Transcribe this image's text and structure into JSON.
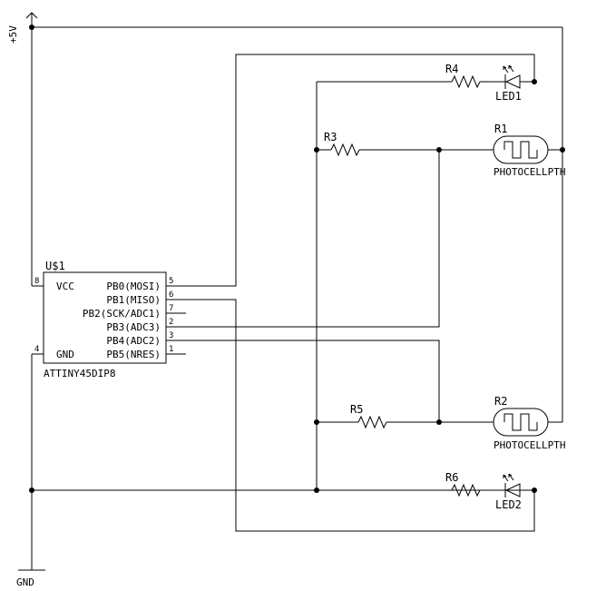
{
  "power": {
    "vcc_label": "+5V",
    "gnd_label": "GND"
  },
  "ic": {
    "refdes": "U$1",
    "part": "ATTINY45DIP8",
    "left_pins": [
      {
        "num": "8",
        "name": "VCC"
      },
      {
        "num": "4",
        "name": "GND"
      }
    ],
    "right_pins": [
      {
        "num": "5",
        "name": "PB0(MOSI)"
      },
      {
        "num": "6",
        "name": "PB1(MISO)"
      },
      {
        "num": "7",
        "name": "PB2(SCK/ADC1)"
      },
      {
        "num": "2",
        "name": "PB3(ADC3)"
      },
      {
        "num": "3",
        "name": "PB4(ADC2)"
      },
      {
        "num": "1",
        "name": "PB5(NRES)"
      }
    ]
  },
  "resistors": {
    "r3": "R3",
    "r4": "R4",
    "r5": "R5",
    "r6": "R6"
  },
  "leds": {
    "led1": "LED1",
    "led2": "LED2"
  },
  "photocells": [
    {
      "ref": "R1",
      "value": "PHOTOCELLPTH"
    },
    {
      "ref": "R2",
      "value": "PHOTOCELLPTH"
    }
  ]
}
